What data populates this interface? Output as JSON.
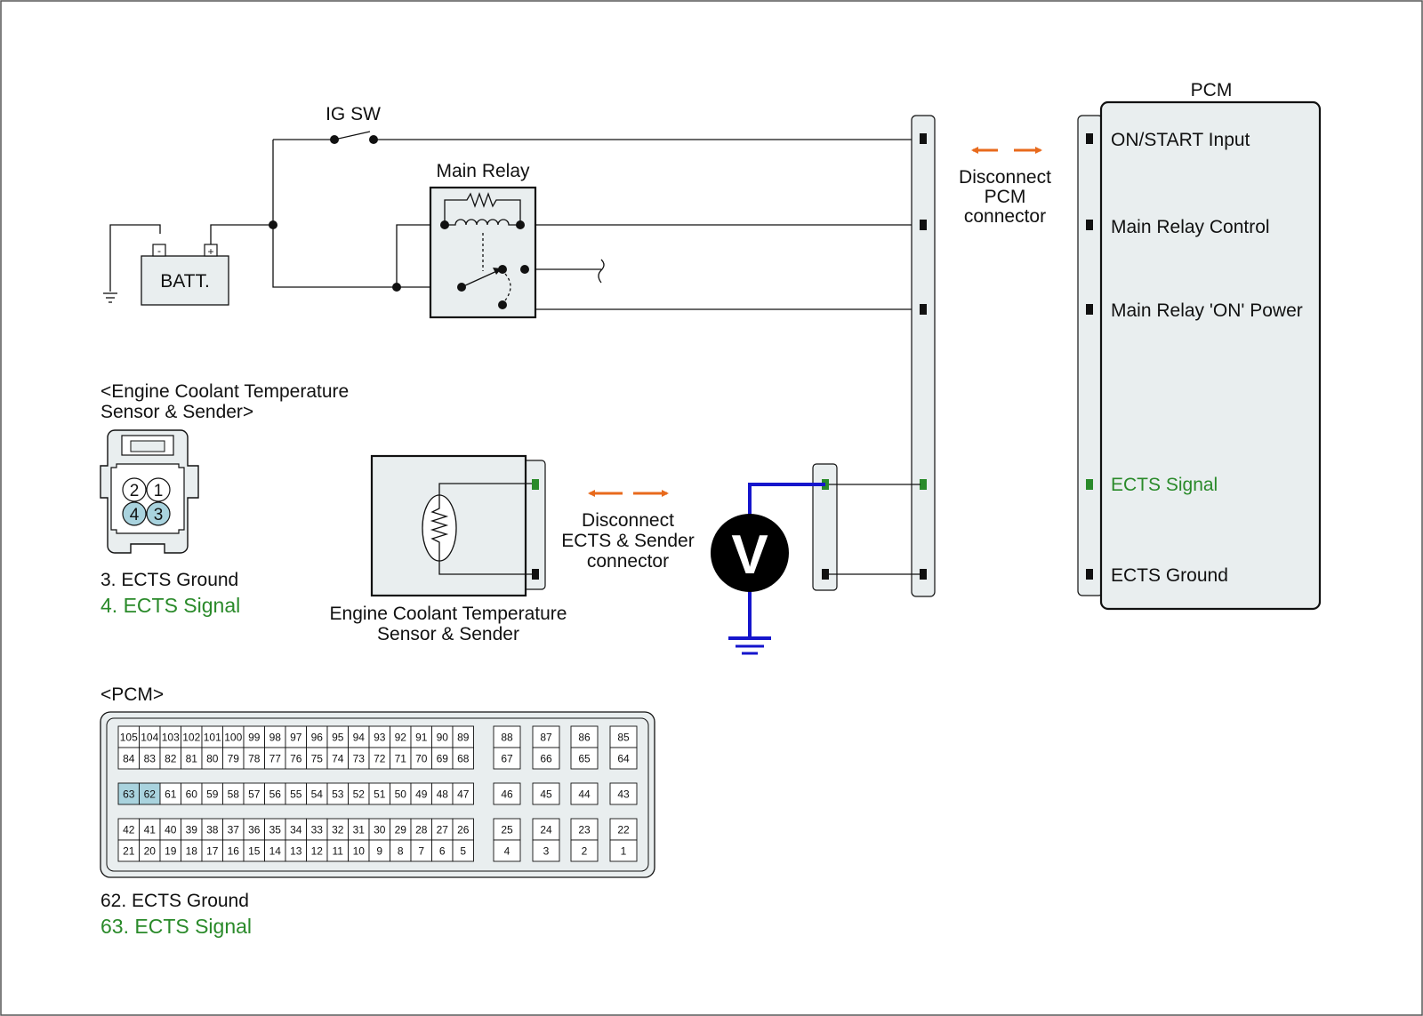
{
  "battery": {
    "label": "BATT.",
    "neg": "-",
    "pos": "+"
  },
  "ig_switch": {
    "label": "IG SW"
  },
  "main_relay": {
    "label": "Main Relay"
  },
  "pcm_connector_action": [
    "Disconnect",
    "PCM",
    "connector"
  ],
  "ects_connector_action": [
    "Disconnect",
    "ECTS & Sender",
    "connector"
  ],
  "pcm": {
    "title": "PCM",
    "pins": [
      {
        "label": "ON/START Input",
        "color": "#111111"
      },
      {
        "label": "Main Relay Control",
        "color": "#111111"
      },
      {
        "label": "Main Relay 'ON' Power",
        "color": "#111111"
      },
      {
        "label": "ECTS Signal",
        "color": "#2a8a2a"
      },
      {
        "label": "ECTS Ground",
        "color": "#111111"
      }
    ]
  },
  "sensor": {
    "caption": [
      "Engine Coolant Temperature",
      "Sensor & Sender"
    ]
  },
  "voltmeter": {
    "symbol": "V"
  },
  "sensor_connector": {
    "heading": [
      "<Engine Coolant Temperature",
      "Sensor & Sender>"
    ],
    "pins": [
      "2",
      "1",
      "4",
      "3"
    ],
    "legend": [
      {
        "text": "3. ECTS Ground",
        "color": "#111111"
      },
      {
        "text": "4. ECTS Signal",
        "color": "#2a8a2a"
      }
    ]
  },
  "pcm_connector": {
    "heading": "<PCM>",
    "main_rows": [
      [
        "105",
        "104",
        "103",
        "102",
        "101",
        "100",
        "99",
        "98",
        "97",
        "96",
        "95",
        "94",
        "93",
        "92",
        "91",
        "90",
        "89"
      ],
      [
        "84",
        "83",
        "82",
        "81",
        "80",
        "79",
        "78",
        "77",
        "76",
        "75",
        "74",
        "73",
        "72",
        "71",
        "70",
        "69",
        "68"
      ],
      [
        "63",
        "62",
        "61",
        "60",
        "59",
        "58",
        "57",
        "56",
        "55",
        "54",
        "53",
        "52",
        "51",
        "50",
        "49",
        "48",
        "47"
      ],
      [
        "42",
        "41",
        "40",
        "39",
        "38",
        "37",
        "36",
        "35",
        "34",
        "33",
        "32",
        "31",
        "30",
        "29",
        "28",
        "27",
        "26"
      ],
      [
        "21",
        "20",
        "19",
        "18",
        "17",
        "16",
        "15",
        "14",
        "13",
        "12",
        "11",
        "10",
        "9",
        "8",
        "7",
        "6",
        "5"
      ]
    ],
    "side_rows": [
      [
        "88",
        "87",
        "86",
        "85"
      ],
      [
        "67",
        "66",
        "65",
        "64"
      ],
      [
        "46",
        "45",
        "44",
        "43"
      ],
      [
        "25",
        "24",
        "23",
        "22"
      ],
      [
        "4",
        "3",
        "2",
        "1"
      ]
    ],
    "highlighted": [
      "63",
      "62"
    ],
    "legend": [
      {
        "text": "62. ECTS Ground",
        "color": "#111111"
      },
      {
        "text": "63. ECTS Signal",
        "color": "#2a8a2a"
      }
    ]
  },
  "colors": {
    "signal_green": "#2a8a2a",
    "arrow_orange": "#e86a1c",
    "voltmeter_wire_blue": "#1515cc",
    "highlight_pin": "#a9d3de",
    "panel_fill": "#e9eeef"
  }
}
